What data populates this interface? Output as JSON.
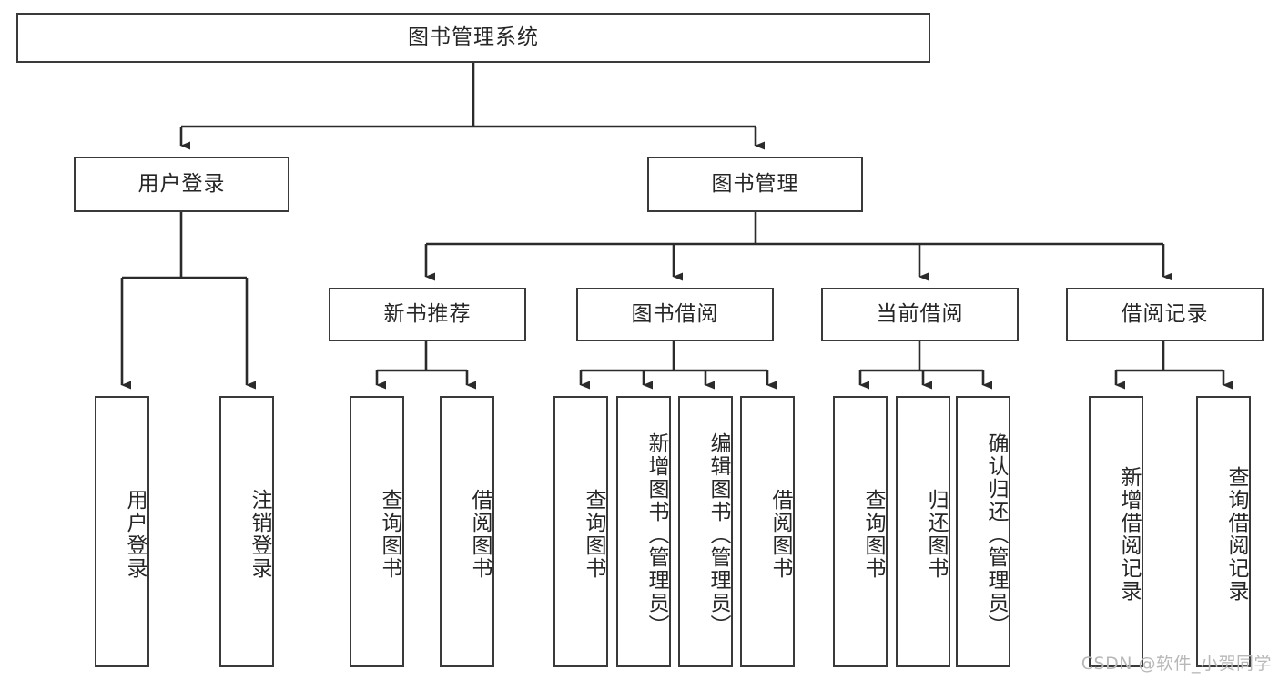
{
  "diagram": {
    "type": "hierarchy-tree",
    "title": "图书管理系统",
    "orientation": "top-down",
    "edge_style": "orthogonal-arrow",
    "colors": {
      "box_border": "#3a3a3a",
      "box_fill": "#ffffff",
      "text": "#262626",
      "link": "#2b2b2b",
      "watermark": "#b8b8b8",
      "background": "#ffffff"
    }
  },
  "watermark": {
    "text": "CSDN @软件_小贺同学"
  },
  "nodes": {
    "root": {
      "label": "图书管理系统"
    },
    "level2": [
      {
        "id": "user-login",
        "label": "用户登录"
      },
      {
        "id": "book-manage",
        "label": "图书管理"
      }
    ],
    "level3": [
      {
        "id": "new-book-recommend",
        "label": "新书推荐"
      },
      {
        "id": "book-borrow",
        "label": "图书借阅"
      },
      {
        "id": "current-borrow",
        "label": "当前借阅"
      },
      {
        "id": "borrow-record",
        "label": "借阅记录"
      }
    ],
    "leaves": [
      {
        "id": "leaf-user-login",
        "label": "用户登录",
        "parent": "user-login"
      },
      {
        "id": "leaf-logout-login",
        "label": "注销登录",
        "parent": "user-login"
      },
      {
        "id": "leaf-query-book-1",
        "label": "查询图书",
        "parent": "new-book-recommend"
      },
      {
        "id": "leaf-borrow-book-1",
        "label": "借阅图书",
        "parent": "new-book-recommend"
      },
      {
        "id": "leaf-query-book-2",
        "label": "查询图书",
        "parent": "book-borrow"
      },
      {
        "id": "leaf-add-book",
        "label": "新增图书（管理员）",
        "parent": "book-borrow"
      },
      {
        "id": "leaf-edit-book",
        "label": "编辑图书（管理员）",
        "parent": "book-borrow"
      },
      {
        "id": "leaf-borrow-book-2",
        "label": "借阅图书",
        "parent": "book-borrow"
      },
      {
        "id": "leaf-query-book-3",
        "label": "查询图书",
        "parent": "current-borrow"
      },
      {
        "id": "leaf-return-book",
        "label": "归还图书",
        "parent": "current-borrow"
      },
      {
        "id": "leaf-confirm-return",
        "label": "确认归还（管理员）",
        "parent": "current-borrow"
      },
      {
        "id": "leaf-add-record",
        "label": "新增借阅记录",
        "parent": "borrow-record"
      },
      {
        "id": "leaf-query-record",
        "label": "查询借阅记录",
        "parent": "borrow-record"
      }
    ]
  }
}
